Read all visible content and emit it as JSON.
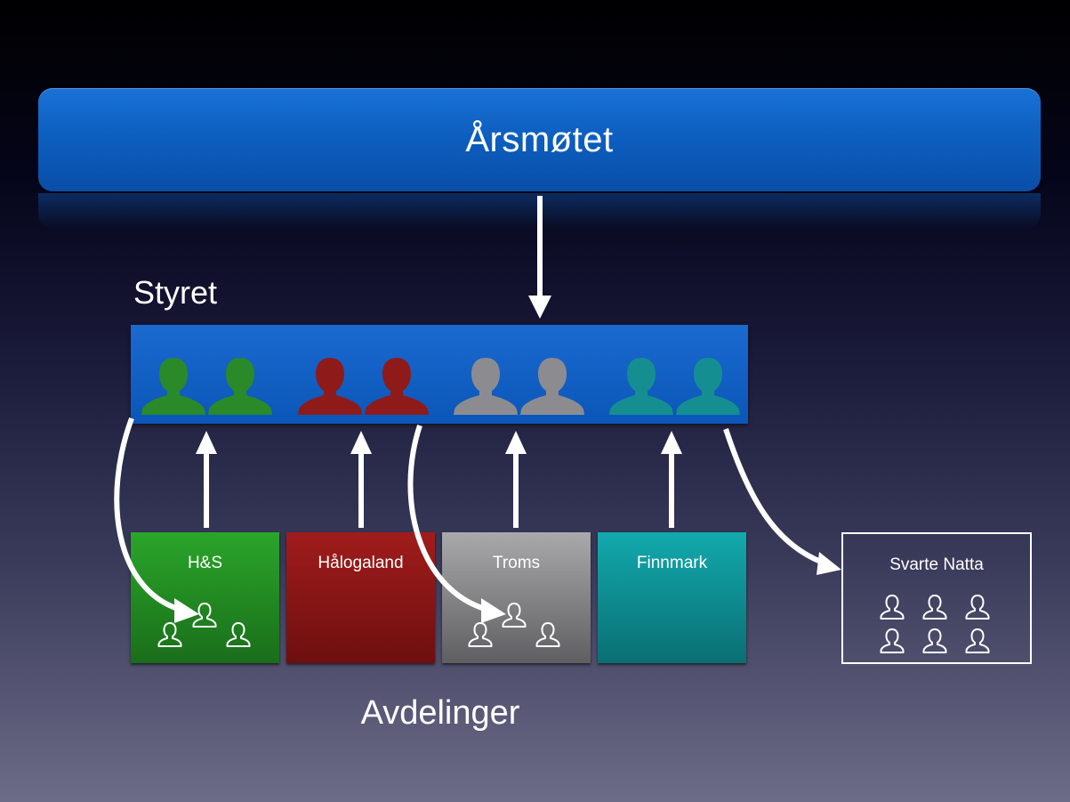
{
  "top_box": {
    "title": "Årsmøtet"
  },
  "board": {
    "label": "Styret"
  },
  "departments": [
    {
      "name": "H&S",
      "color": "#2aa52a"
    },
    {
      "name": "Hålogaland",
      "color": "#a01c1c"
    },
    {
      "name": "Troms",
      "color": "#a9a9ab"
    },
    {
      "name": "Finnmark",
      "color": "#12a9ad"
    }
  ],
  "board_member_colors": [
    "#2a8a2a",
    "#8f1a1a",
    "#8c8c90",
    "#158e92"
  ],
  "extra_group": {
    "name": "Svarte Natta"
  },
  "bottom_label": "Avdelinger",
  "icons": {
    "board_member": "person-silhouette-icon",
    "member": "person-outline-icon"
  }
}
